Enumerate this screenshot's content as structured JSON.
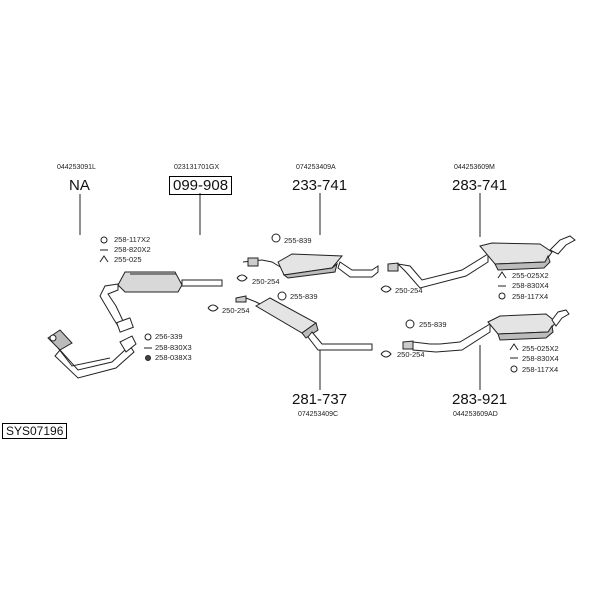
{
  "diagram": {
    "system_code": "SYS07196",
    "groups": {
      "front_pipe": {
        "oem": "044253091L",
        "part": "NA"
      },
      "catalyst": {
        "oem": "023131701GX",
        "part": "099-908"
      },
      "center_top": {
        "oem": "074253409A",
        "part": "233-741"
      },
      "rear_top": {
        "oem": "044253609M",
        "part": "283-741"
      },
      "center_bottom": {
        "oem": "074253409C",
        "part": "281-737"
      },
      "rear_bottom": {
        "oem": "044253609AD",
        "part": "283-921"
      }
    },
    "accessories": {
      "cat_1": "258-117X2",
      "cat_2": "258-820X2",
      "cat_3": "255-025",
      "front_1": "256-339",
      "front_2": "258-830X3",
      "front_3": "258-038X3",
      "ct_clamp": "255-839",
      "ct_gasket": "250-254",
      "cb_gasket": "250-254",
      "cb_clamp": "255-839",
      "rt_gasket": "250-254",
      "rt_1": "255-025X2",
      "rt_2": "258-830X4",
      "rt_3": "258-117X4",
      "rb_clamp": "255-839",
      "rb_gasket": "250-254",
      "rb_1": "255-025X2",
      "rb_2": "258-830X4",
      "rb_3": "258-117X4"
    }
  }
}
